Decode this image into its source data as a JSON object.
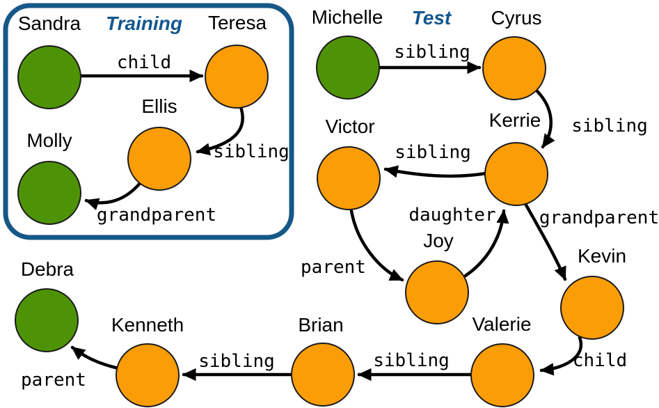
{
  "figure": {
    "type": "relational-graph",
    "description_visible_sections": [
      "Training",
      "Test"
    ]
  },
  "colors": {
    "green_node": "#4e9306",
    "orange_node": "#fb9d06",
    "box_border": "#155887",
    "section_label": "#14578d",
    "edge": "#000000"
  },
  "sections": {
    "training": "Training",
    "test": "Test"
  },
  "nodes": [
    {
      "name": "Sandra",
      "color": "green",
      "section": "training"
    },
    {
      "name": "Teresa",
      "color": "orange",
      "section": "training"
    },
    {
      "name": "Ellis",
      "color": "orange",
      "section": "training"
    },
    {
      "name": "Molly",
      "color": "green",
      "section": "training"
    },
    {
      "name": "Michelle",
      "color": "green",
      "section": "test"
    },
    {
      "name": "Cyrus",
      "color": "orange",
      "section": "test"
    },
    {
      "name": "Kerrie",
      "color": "orange",
      "section": "test"
    },
    {
      "name": "Victor",
      "color": "orange",
      "section": "test"
    },
    {
      "name": "Joy",
      "color": "orange",
      "section": "test"
    },
    {
      "name": "Kevin",
      "color": "orange",
      "section": "test"
    },
    {
      "name": "Valerie",
      "color": "orange",
      "section": "test"
    },
    {
      "name": "Brian",
      "color": "orange",
      "section": "test"
    },
    {
      "name": "Kenneth",
      "color": "orange",
      "section": "test"
    },
    {
      "name": "Debra",
      "color": "green",
      "section": "test"
    }
  ],
  "edges": [
    {
      "from": "Sandra",
      "to": "Teresa",
      "label": "child"
    },
    {
      "from": "Teresa",
      "to": "Ellis",
      "label": "sibling"
    },
    {
      "from": "Ellis",
      "to": "Molly",
      "label": "grandparent"
    },
    {
      "from": "Michelle",
      "to": "Cyrus",
      "label": "sibling"
    },
    {
      "from": "Cyrus",
      "to": "Kerrie",
      "label": "sibling"
    },
    {
      "from": "Kerrie",
      "to": "Victor",
      "label": "sibling"
    },
    {
      "from": "Victor",
      "to": "Joy",
      "label": "parent"
    },
    {
      "from": "Joy",
      "to": "Kerrie",
      "label": "daughter"
    },
    {
      "from": "Kerrie",
      "to": "Kevin",
      "label": "grandparent"
    },
    {
      "from": "Kevin",
      "to": "Valerie",
      "label": "child"
    },
    {
      "from": "Valerie",
      "to": "Brian",
      "label": "sibling"
    },
    {
      "from": "Brian",
      "to": "Kenneth",
      "label": "sibling"
    },
    {
      "from": "Kenneth",
      "to": "Debra",
      "label": "parent"
    }
  ]
}
